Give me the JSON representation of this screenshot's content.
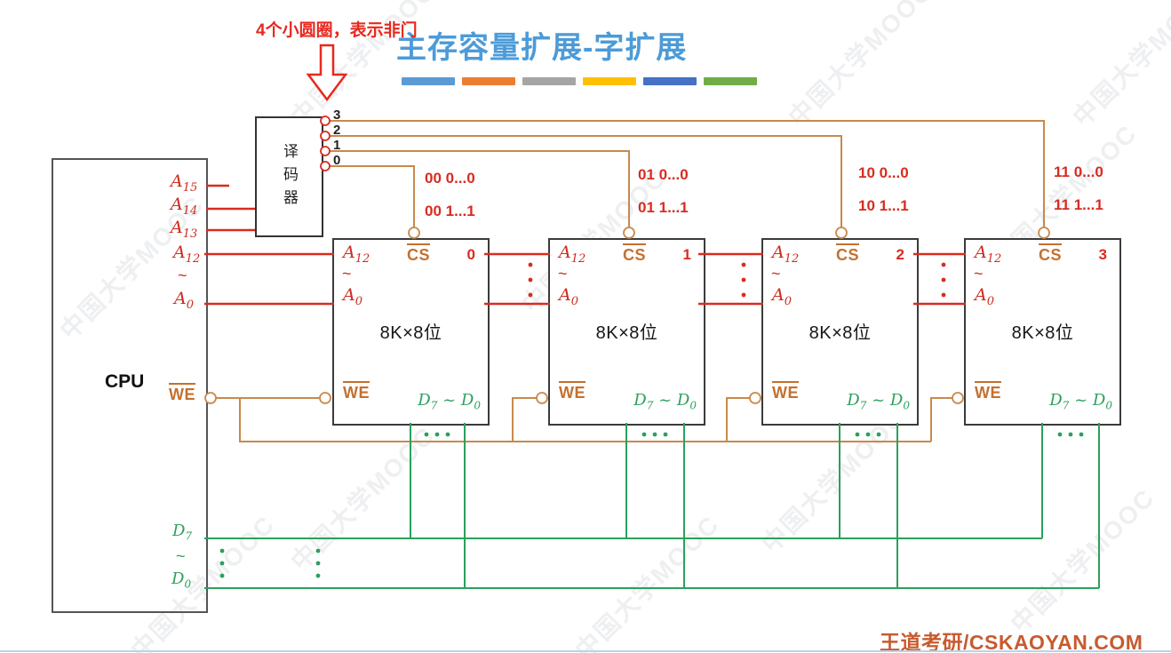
{
  "annotation": {
    "text": "4个小圆圈，表示非门"
  },
  "title": {
    "text": "主存容量扩展-字扩展"
  },
  "bars": {
    "colors": [
      "#5B9BD5",
      "#ED7D31",
      "#A5A5A5",
      "#FFC000",
      "#4472C4",
      "#70AD47"
    ]
  },
  "watermark": {
    "text": "中国大学MOOC"
  },
  "cpu": {
    "name": "CPU",
    "a15": {
      "base": "A",
      "sub": "15"
    },
    "a14": {
      "base": "A",
      "sub": "14"
    },
    "a13": {
      "base": "A",
      "sub": "13"
    },
    "a12": {
      "base": "A",
      "sub": "12"
    },
    "tilde": "~",
    "a0": {
      "base": "A",
      "sub": "0"
    },
    "we": "WE",
    "d7": {
      "base": "D",
      "sub": "7"
    },
    "d0": {
      "base": "D",
      "sub": "0"
    }
  },
  "decoder": {
    "label": "译码器",
    "outputs": [
      "3",
      "2",
      "1",
      "0"
    ]
  },
  "chip_common": {
    "a12": {
      "base": "A",
      "sub": "12"
    },
    "tilde": "~",
    "a0": {
      "base": "A",
      "sub": "0"
    },
    "cs": "CS",
    "size": "8K×8位",
    "we": "WE",
    "d7": {
      "base": "D",
      "sub": "7"
    },
    "dtilde": "~",
    "d0": {
      "base": "D",
      "sub": "0"
    }
  },
  "chips": [
    {
      "number": "0",
      "range_start": "00 0...0",
      "range_end": "00 1...1"
    },
    {
      "number": "1",
      "range_start": "01 0...0",
      "range_end": "01 1...1"
    },
    {
      "number": "2",
      "range_start": "10 0...0",
      "range_end": "10 1...1"
    },
    {
      "number": "3",
      "range_start": "11 0...0",
      "range_end": "11 1...1"
    }
  ],
  "footer": {
    "brand": "王道考研/CSKAOYAN.COM"
  },
  "colors": {
    "wire_red": "#D92B1F",
    "wire_orange": "#C8894C",
    "wire_green": "#2BA05C",
    "title_blue": "#4C9BD8",
    "annotation_red": "#E8281E",
    "footer_orange": "#C75B2F"
  }
}
